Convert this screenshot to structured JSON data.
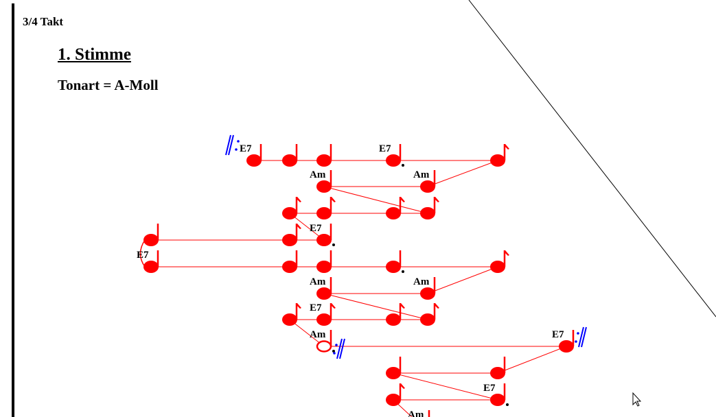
{
  "header": {
    "time_signature": "3/4 Takt",
    "voice_title": "1. Stimme",
    "key": "Tonart = A-Moll"
  },
  "chords": [
    "E7",
    "Am"
  ],
  "colors": {
    "notes": "#ff0000",
    "repeat": "#0000ff",
    "text": "#000000"
  }
}
